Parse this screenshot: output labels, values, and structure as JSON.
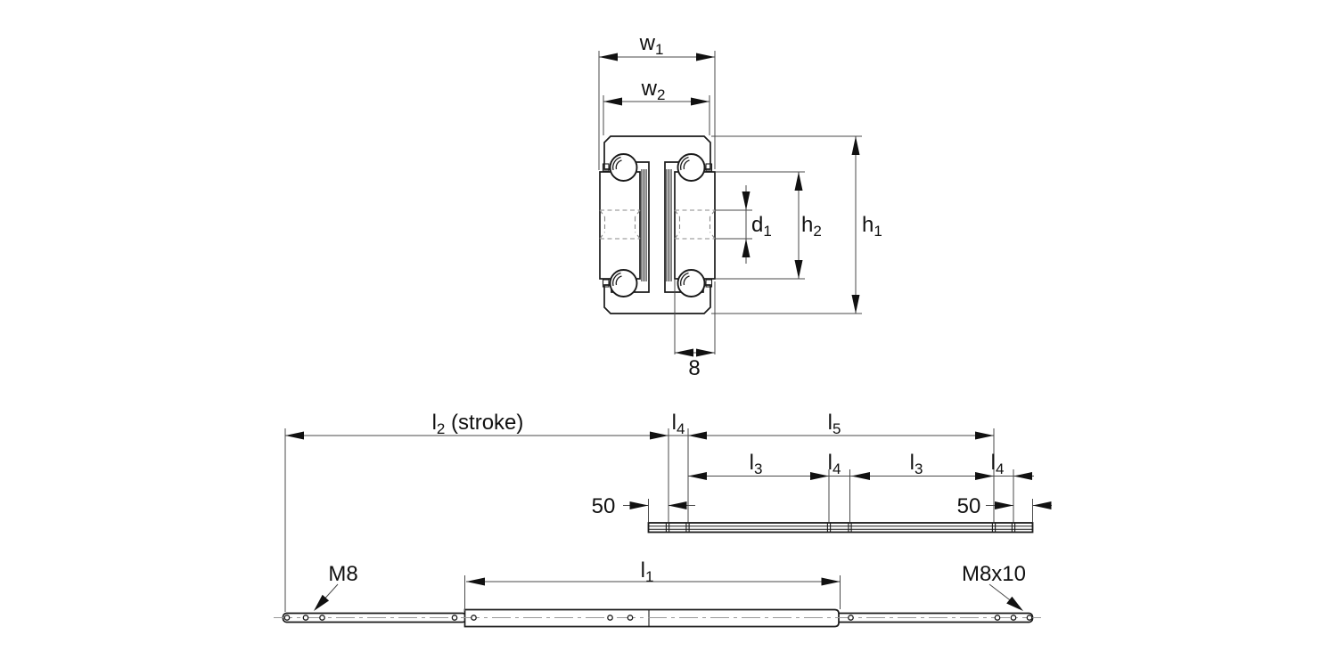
{
  "colors": {
    "background": "#ffffff",
    "outline": "#1a1a1a",
    "dimension_lines": "#4a4a4a",
    "hidden_lines": "#8a8a8a",
    "centerline": "#999999",
    "text": "#111111"
  },
  "views": {
    "cross_section": {
      "dims": {
        "w1": {
          "base": "w",
          "sub": "1"
        },
        "w2": {
          "base": "w",
          "sub": "2"
        },
        "h1": {
          "base": "h",
          "sub": "1"
        },
        "h2": {
          "base": "h",
          "sub": "2"
        },
        "d1": {
          "base": "d",
          "sub": "1"
        },
        "inner_rail_width": "8"
      }
    },
    "closed_view": {
      "dims": {
        "l2": {
          "base": "l",
          "sub": "2",
          "suffix": " (stroke)"
        },
        "l3": {
          "base": "l",
          "sub": "3"
        },
        "l4": {
          "base": "l",
          "sub": "4"
        },
        "l5": {
          "base": "l",
          "sub": "5"
        },
        "end_to_hole_left": "50",
        "end_to_hole_right": "50"
      }
    },
    "extended_view": {
      "dims": {
        "l1": {
          "base": "l",
          "sub": "1"
        }
      },
      "callouts": {
        "left_thread": "M8",
        "right_thread": "M8x10"
      }
    }
  }
}
